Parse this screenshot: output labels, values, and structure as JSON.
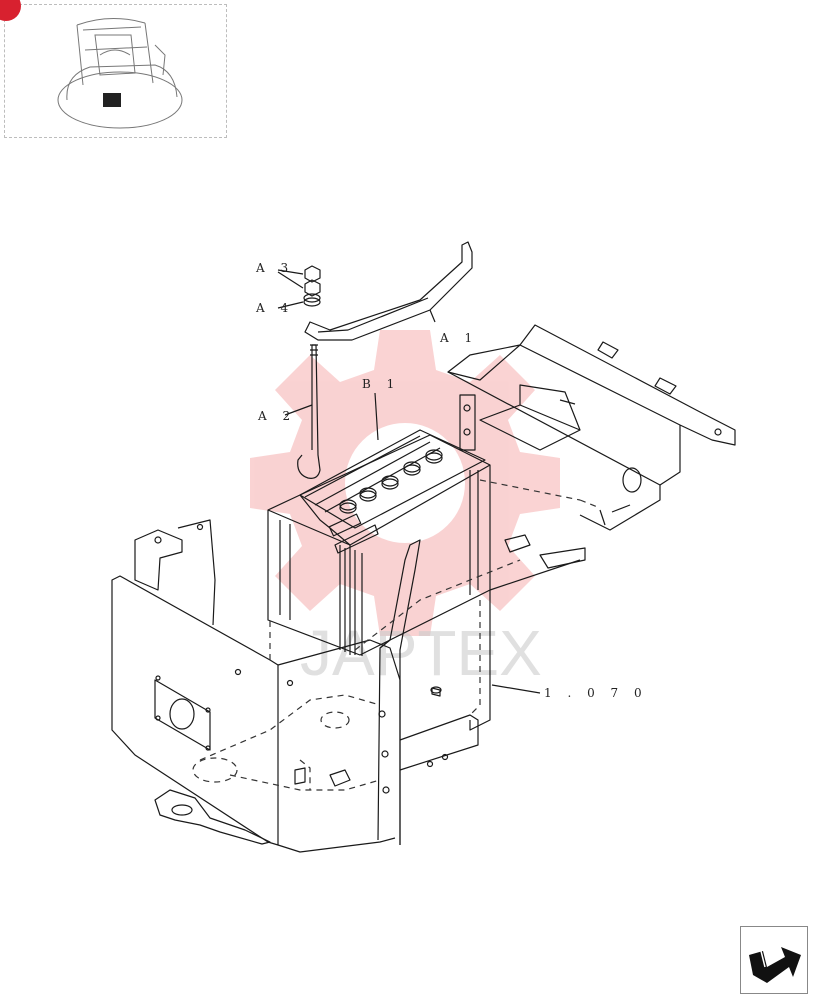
{
  "callouts": {
    "a3": "A 3",
    "a4": "A 4",
    "a1": "A 1",
    "b1": "B 1",
    "a2": "A 2",
    "ref": "1 . 0 7 0"
  },
  "watermark_text": "JAPTEX",
  "colors": {
    "line": "#1a1a1a",
    "dashed": "#333333",
    "watermark": "#f08080",
    "badge": "#d8212f"
  },
  "icons": {
    "thumbnail": "machine-location-thumbnail",
    "navigation": "next-page-arrow-icon"
  }
}
